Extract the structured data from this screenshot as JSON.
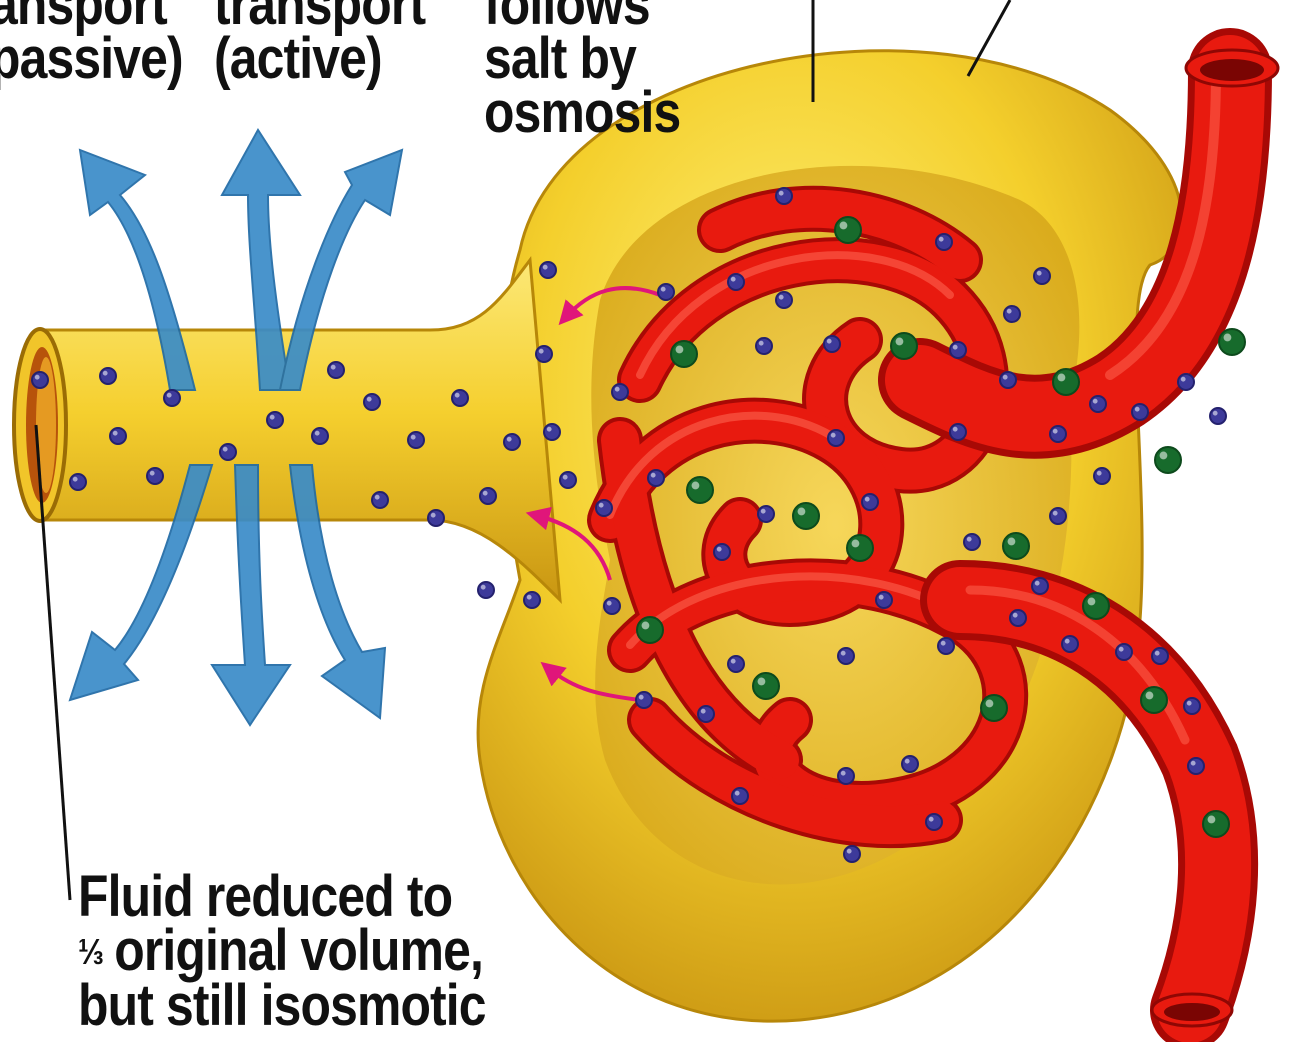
{
  "labels": {
    "passive": {
      "line1": "ansport",
      "line2": "passive)"
    },
    "active": {
      "line1": "transport",
      "line2": "(active)"
    },
    "osmosis": {
      "line1": "follows",
      "line2": "salt by",
      "line3": "osmosis"
    },
    "fluid": {
      "line1": "Fluid reduced to",
      "line2_fraction": "⅓",
      "line2_rest": " original volume,",
      "line3": "but still isosmotic"
    }
  },
  "colors": {
    "tubule": "#f2cf2e",
    "tubule_shadow": "#c99a10",
    "capillary": "#e3160e",
    "capillary_highlight": "#ff6a55",
    "transport_arrow": "#3a8cc8",
    "return_arrow": "#e0167a",
    "solute_purple": "#3d3a9a",
    "solute_green": "#176b2c"
  }
}
